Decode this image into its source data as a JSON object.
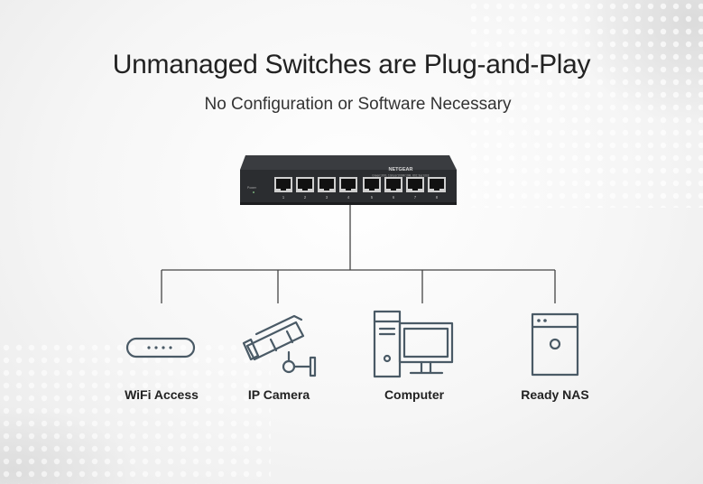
{
  "header": {
    "title": "Unmanaged Switches are Plug-and-Play",
    "subtitle": "No Configuration or Software Necessary"
  },
  "switch": {
    "brand": "NETGEAR",
    "spec_text": "Green1000, 1Gbps/100M/10M, 802.3az EEE",
    "power_label": "Power",
    "port_numbers": [
      "1",
      "2",
      "3",
      "4",
      "5",
      "6",
      "7",
      "8"
    ]
  },
  "devices": [
    {
      "label": "WiFi Access",
      "icon": "wifi-access-point-icon"
    },
    {
      "label": "IP Camera",
      "icon": "ip-camera-icon"
    },
    {
      "label": "Computer",
      "icon": "computer-icon"
    },
    {
      "label": "Ready NAS",
      "icon": "nas-storage-icon"
    }
  ],
  "colors": {
    "icon_stroke": "#4a5a66",
    "connector_line": "#444444",
    "switch_body": "#2b2d30"
  }
}
